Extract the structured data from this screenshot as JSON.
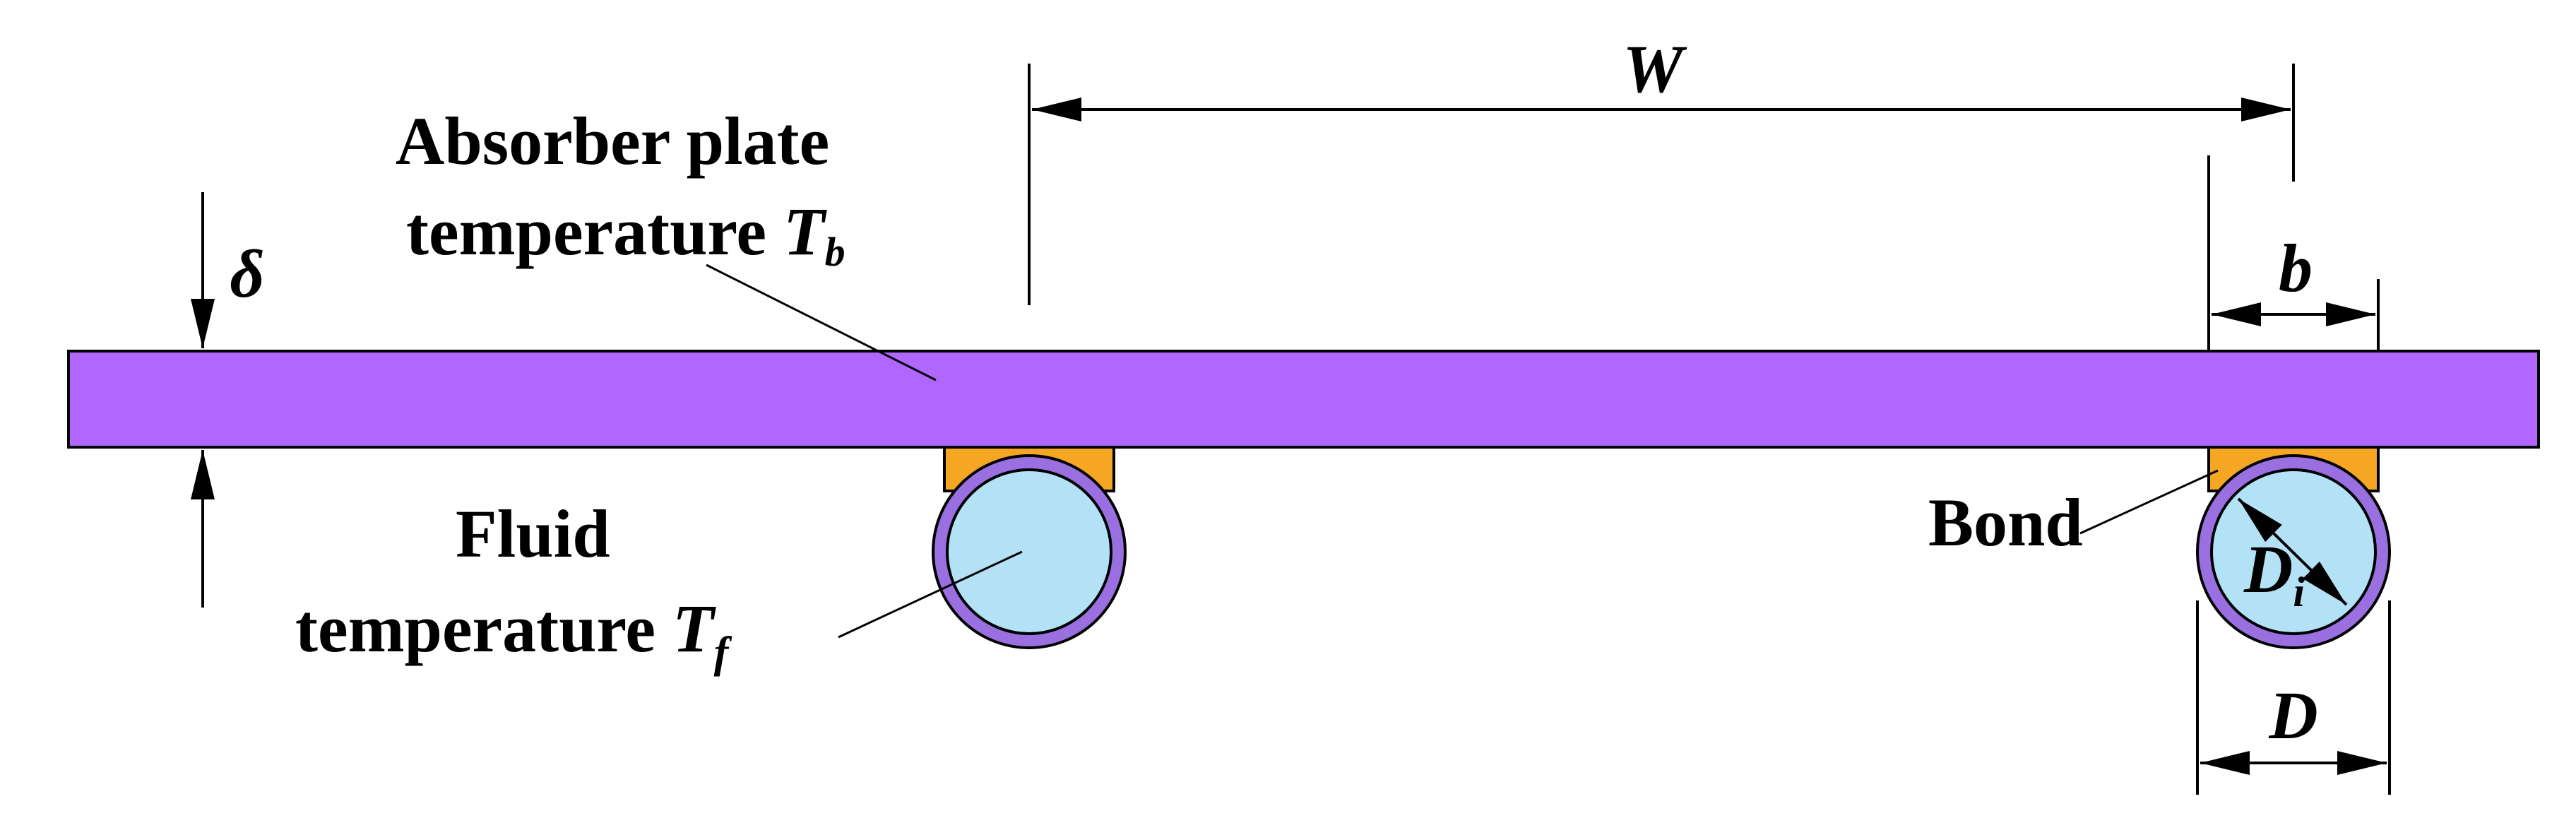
{
  "labels": {
    "absorber_line1": "Absorber plate",
    "absorber_line2": "temperature ",
    "absorber_T": "T",
    "absorber_sub": "b",
    "fluid_line1": "Fluid",
    "fluid_line2": "temperature ",
    "fluid_T": "T",
    "fluid_sub": "f",
    "bond": "Bond",
    "delta": "δ",
    "W": "W",
    "b": "b",
    "D": "D",
    "Di": "D",
    "Di_sub": "i"
  },
  "colors": {
    "plate": "#b066ff",
    "bond": "#f5a623",
    "tube_wall": "#9a6fe0",
    "fluid": "#b3e2f7",
    "line": "#000000"
  }
}
